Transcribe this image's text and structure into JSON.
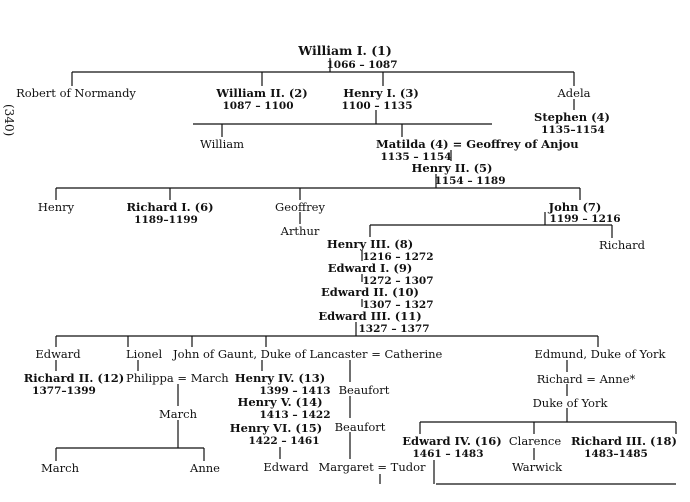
{
  "page_number": "(340)",
  "people": {
    "william1": "William I. (1)",
    "william1_years": "1066 – 1087",
    "robert": "Robert of Normandy",
    "william2": "William II. (2)",
    "william2_years": "1087 – 1100",
    "henry1": "Henry I. (3)",
    "henry1_years": "1100 – 1135",
    "adela": "Adela",
    "stephen": "Stephen (4)",
    "stephen_years": "1135–1154",
    "william": "William",
    "matilda_geoffrey": "Matilda (4) = Geoffrey of Anjou",
    "matilda_years": "1135 – 1154",
    "henry2": "Henry II. (5)",
    "henry2_years": "1154 – 1189",
    "henry_young": "Henry",
    "richard1": "Richard I. (6)",
    "richard1_years": "1189–1199",
    "geoffrey": "Geoffrey",
    "arthur": "Arthur",
    "john": "John (7)",
    "john_years": "1199 – 1216",
    "richard_cornwall": "Richard",
    "henry3": "Henry III. (8)",
    "henry3_years": "1216 – 1272",
    "edward1": "Edward I. (9)",
    "edward1_years": "1272 – 1307",
    "edward2": "Edward II. (10)",
    "edward2_years": "1307 – 1327",
    "edward3": "Edward III. (11)",
    "edward3_years": "1327 – 1377",
    "edward_bp": "Edward",
    "richard2": "Richard II. (12)",
    "richard2_years": "1377–1399",
    "lionel": "Lionel",
    "gaunt_catherine": "John of Gaunt, Duke of Lancaster = Catherine",
    "edmund_york": "Edmund, Duke of York",
    "philippa_march": "Philippa = March",
    "march1": "March",
    "march2": "March",
    "anne1": "Anne",
    "henry4": "Henry IV. (13)",
    "henry4_years": "1399 – 1413",
    "henry5": "Henry V. (14)",
    "henry5_years": "1413 – 1422",
    "henry6": "Henry VI. (15)",
    "henry6_years": "1422 – 1461",
    "edward_lanc": "Edward",
    "beaufort1": "Beaufort",
    "beaufort2": "Beaufort",
    "margaret_tudor": "Margaret = Tudor",
    "richard_anne": "Richard = Anne*",
    "duke_york": "Duke of York",
    "edward4": "Edward IV. (16)",
    "edward4_years": "1461 – 1483",
    "clarence": "Clarence",
    "warwick": "Warwick",
    "richard3": "Richard III. (18)",
    "richard3_years": "1483–1485"
  }
}
